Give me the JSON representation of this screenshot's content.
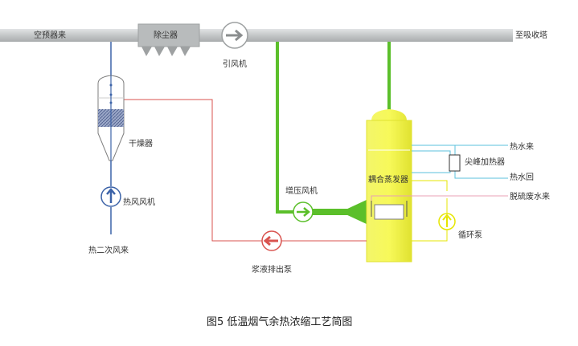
{
  "labels": {
    "air_preheater": "空预器来",
    "dust_collector": "除尘器",
    "induced_fan": "引风机",
    "absorber": "至吸收塔",
    "dryer": "干燥器",
    "hot_air_fan": "热风风机",
    "secondary_air": "热二次风来",
    "booster_fan": "增压风机",
    "evaporator": "耦合蒸发器",
    "hot_water_in": "热水来",
    "peak_heater": "尖峰加热器",
    "hot_water_return": "热水回",
    "desulfur_wastewater": "脱硫废水来",
    "circulating_pump": "循环泵",
    "slurry_pump": "浆液排出泵"
  },
  "caption": "图5 低温烟气余热浓缩工艺简图",
  "colors": {
    "flue_duct": "#c8cbcc",
    "green_line": "#5bbf2a",
    "red_line": "#d9534f",
    "blue_line": "#3c63a8",
    "evaporator": "#eef23a",
    "pump_arrow": "#e6e600",
    "cyan_line": "#5bc0de"
  }
}
